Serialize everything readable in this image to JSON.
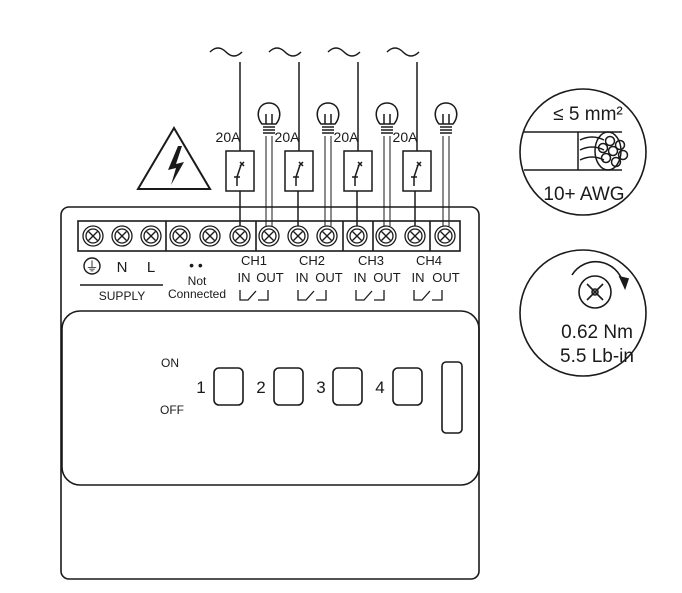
{
  "circuit": {
    "channels": [
      {
        "breaker": "20A",
        "name": "CH1",
        "in": "IN",
        "out": "OUT",
        "wave": "~"
      },
      {
        "breaker": "20A",
        "name": "CH2",
        "in": "IN",
        "out": "OUT",
        "wave": "~"
      },
      {
        "breaker": "20A",
        "name": "CH3",
        "in": "IN",
        "out": "OUT",
        "wave": "~"
      },
      {
        "breaker": "20A",
        "name": "CH4",
        "in": "IN",
        "out": "OUT",
        "wave": "~"
      }
    ],
    "supply": {
      "earth_symbol": "⏚",
      "n": "N",
      "l": "L",
      "label": "SUPPLY"
    },
    "not_connected": {
      "dots": "• •",
      "line1": "Not",
      "line2": "Connected"
    },
    "hazard_icon": "high-voltage-warning-icon"
  },
  "switches": {
    "on_label": "ON",
    "off_label": "OFF",
    "numbers": [
      "1",
      "2",
      "3",
      "4"
    ]
  },
  "specs": {
    "wire_size": "≤ 5 mm²",
    "awg": "10+ AWG",
    "torque_nm": "0.62 Nm",
    "torque_lbin": "5.5 Lb-in"
  }
}
